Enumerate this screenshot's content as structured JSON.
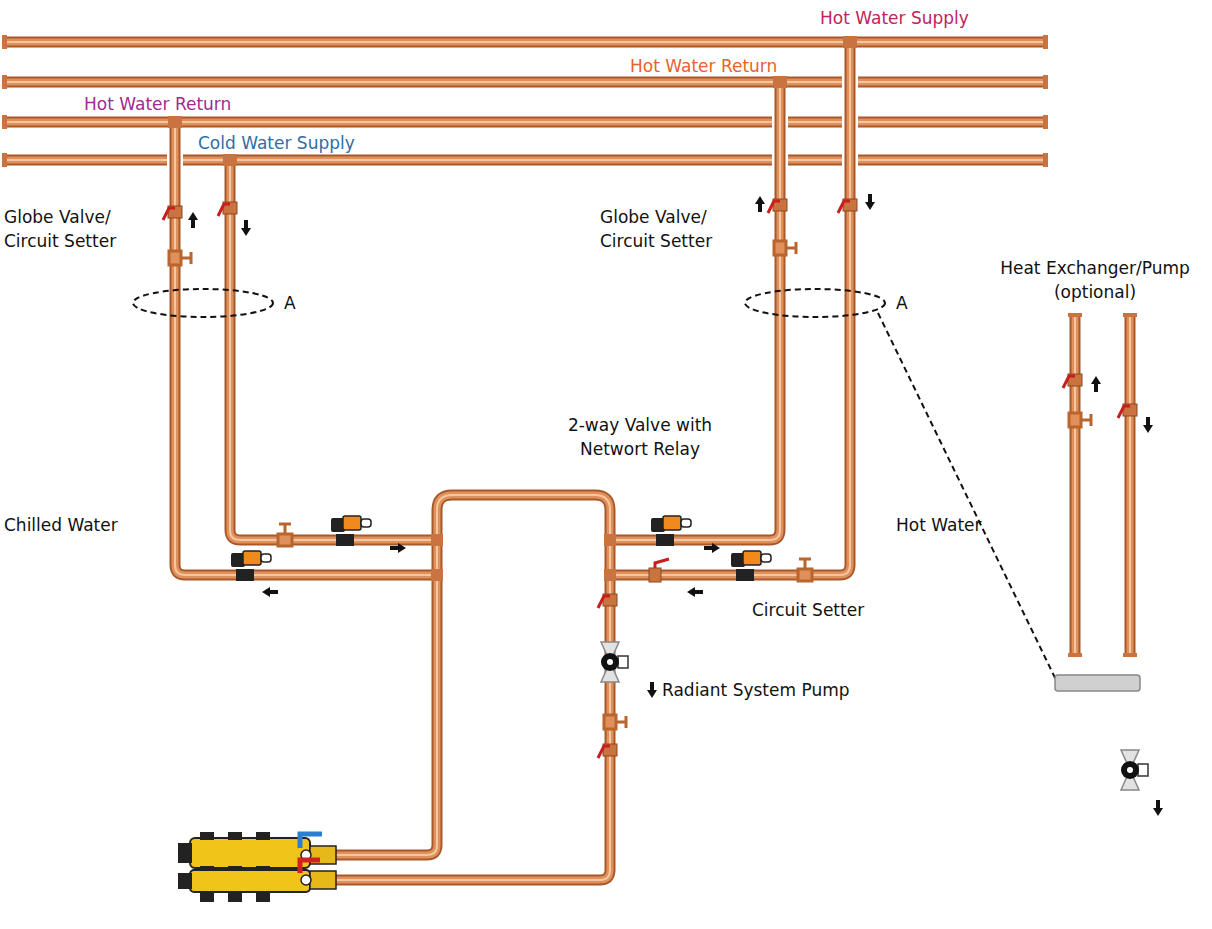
{
  "diagram": {
    "labels": [
      "Hot Water Supply",
      "Hot Water Return",
      "Hot Water Return",
      "Cold Water Supply",
      "Globe Valve/ Circuit Setter",
      "A",
      "Globe Valve/ Circuit Setter",
      "A",
      "Heat Exchanger/Pump (optional)",
      "2-way Valve with Networt Relay",
      "Chilled Water",
      "Hot Water",
      "Circuit Setter",
      "Radiant System Pump"
    ]
  }
}
